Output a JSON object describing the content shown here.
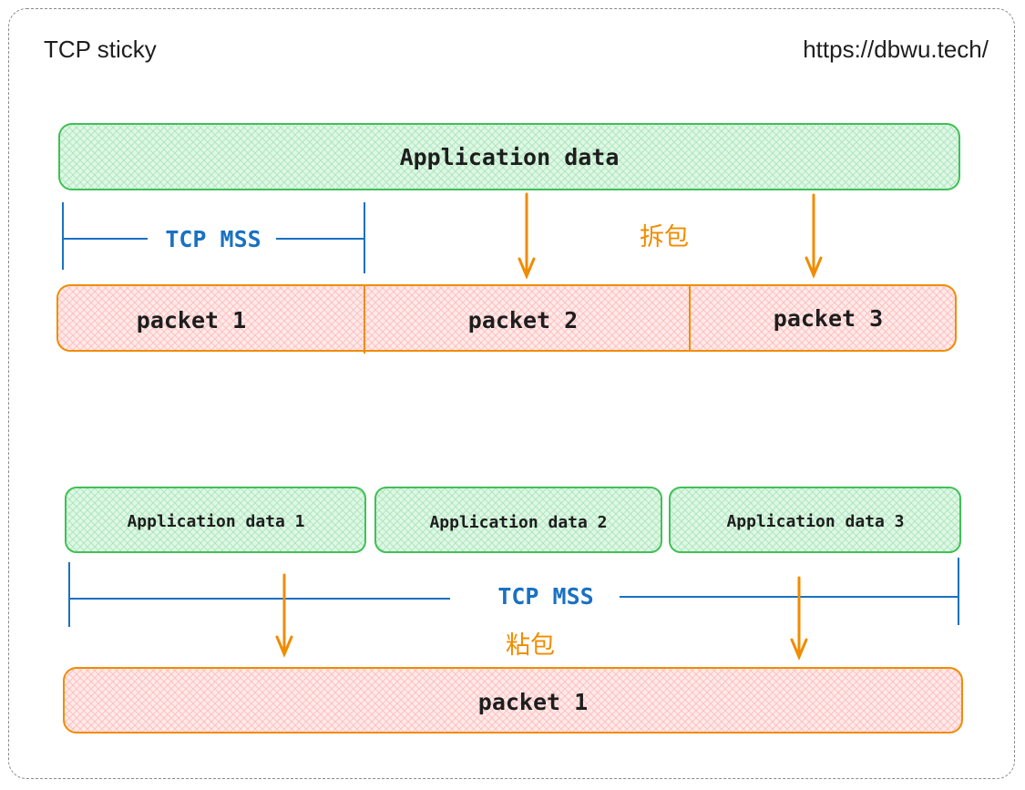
{
  "header": {
    "title": "TCP sticky",
    "url": "https://dbwu.tech/"
  },
  "colors": {
    "green_fill": "#d7f5df",
    "green_stroke": "#40c057",
    "green_hatch": "#a9e6b8",
    "red_fill": "#ffe3e3",
    "red_stroke": "#f08c00",
    "red_hatch": "#ffb8b8",
    "blue": "#1971c2",
    "orange": "#f08c00",
    "text": "#1e1e1e"
  },
  "unpacking": {
    "app_data_label": "Application data",
    "mss_label": "TCP MSS",
    "split_label": "拆包",
    "packets": [
      "packet 1",
      "packet 2",
      "packet 3"
    ]
  },
  "sticky": {
    "app_data_blocks": [
      "Application data 1",
      "Application data 2",
      "Application data 3"
    ],
    "mss_label": "TCP MSS",
    "merge_label": "粘包",
    "packet_label": "packet 1"
  }
}
